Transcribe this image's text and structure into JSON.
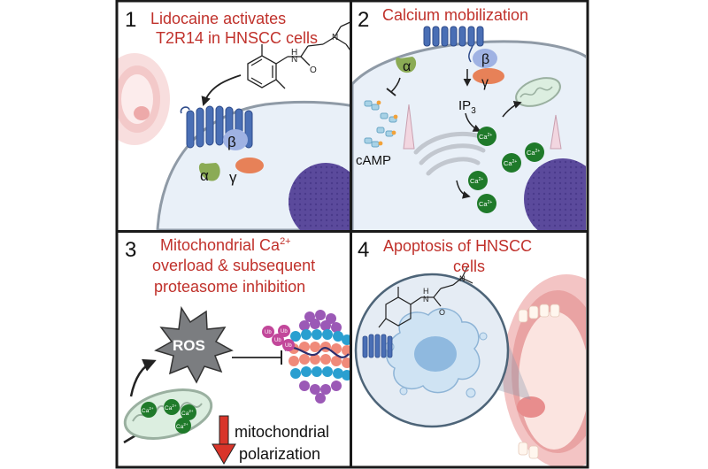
{
  "panels": [
    {
      "number": "1",
      "title_lines": [
        "Lidocaine activates",
        "T2R14 in HNSCC cells"
      ]
    },
    {
      "number": "2",
      "title_lines": [
        "Calcium mobilization"
      ]
    },
    {
      "number": "3",
      "title_lines": [
        "Mitochondrial Ca",
        "overload & subsequent",
        "proteasome inhibition"
      ],
      "title_sup": "2+"
    },
    {
      "number": "4",
      "title_lines": [
        "Apoptosis of HNSCC",
        "cells"
      ]
    }
  ],
  "labels": {
    "alpha": "α",
    "beta": "β",
    "gamma": "γ",
    "ip3_main": "IP",
    "ip3_sub": "3",
    "camp": "cAMP",
    "ca_main": "Ca",
    "ca_sup": "2+",
    "ros": "ROS",
    "ub": "Ub",
    "mito_line1": "mitochondrial",
    "mito_line2": "polarization"
  },
  "colors": {
    "title_red": "#c0312b",
    "frame": "#1a1a1a",
    "cell_fill": "#e9f0f8",
    "cell_stroke": "#8f9aa6",
    "receptor": "#4a6fb5",
    "alpha_green": "#8bab55",
    "beta_blue": "#9fb2e3",
    "gamma_orange": "#e78158",
    "nucleus": "#5b4a9c",
    "calcium": "#1f7a2a",
    "ros_gray": "#7b7d80",
    "arrow_red": "#d9352a",
    "mouth_pink": "#f3c4c4"
  }
}
